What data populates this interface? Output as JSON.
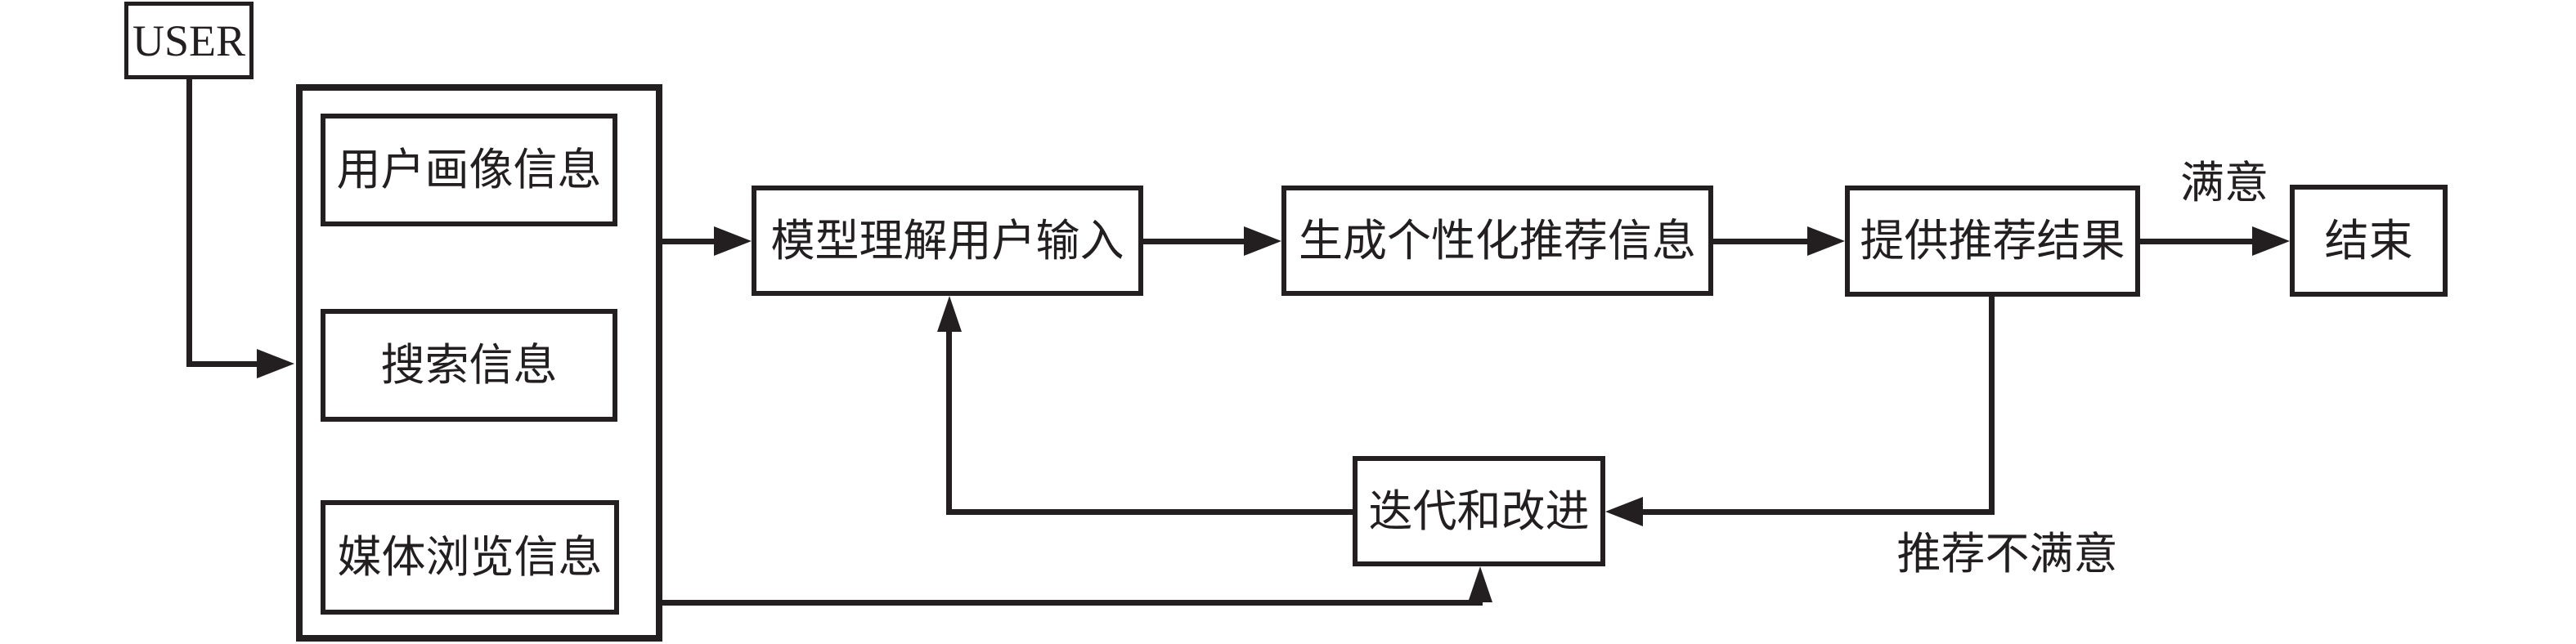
{
  "diagram": {
    "title": "recommendation-flowchart",
    "user_box": {
      "label": "USER"
    },
    "input_group": {
      "items": [
        {
          "label": "用户画像信息"
        },
        {
          "label": "搜索信息"
        },
        {
          "label": "媒体浏览信息"
        }
      ]
    },
    "flow": {
      "understand": {
        "label": "模型理解用户输入"
      },
      "generate": {
        "label": "生成个性化推荐信息"
      },
      "provide": {
        "label": "提供推荐结果"
      },
      "end": {
        "label": "结束"
      },
      "iterate": {
        "label": "迭代和改进"
      }
    },
    "edge_labels": {
      "satisfied": "满意",
      "unsatisfied": "推荐不满意"
    },
    "colors": {
      "line": "#231f20",
      "text": "#231f20",
      "background": "#ffffff"
    }
  }
}
